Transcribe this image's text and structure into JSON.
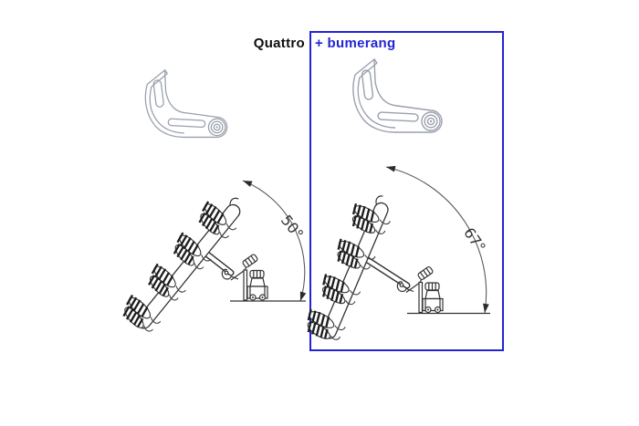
{
  "figure": {
    "title_left": "Quattro",
    "title_right": "+ bumerang",
    "accent_color": "#2323d6",
    "line_color": "#333333",
    "bracket_line_color": "#9aa0ac"
  },
  "panels": {
    "quattro": {
      "label": "Quattro",
      "angle_label": "50°",
      "angle_degrees": 50
    },
    "bumerang": {
      "label": "+ bumerang",
      "angle_label": "67°",
      "angle_degrees": 67
    }
  }
}
